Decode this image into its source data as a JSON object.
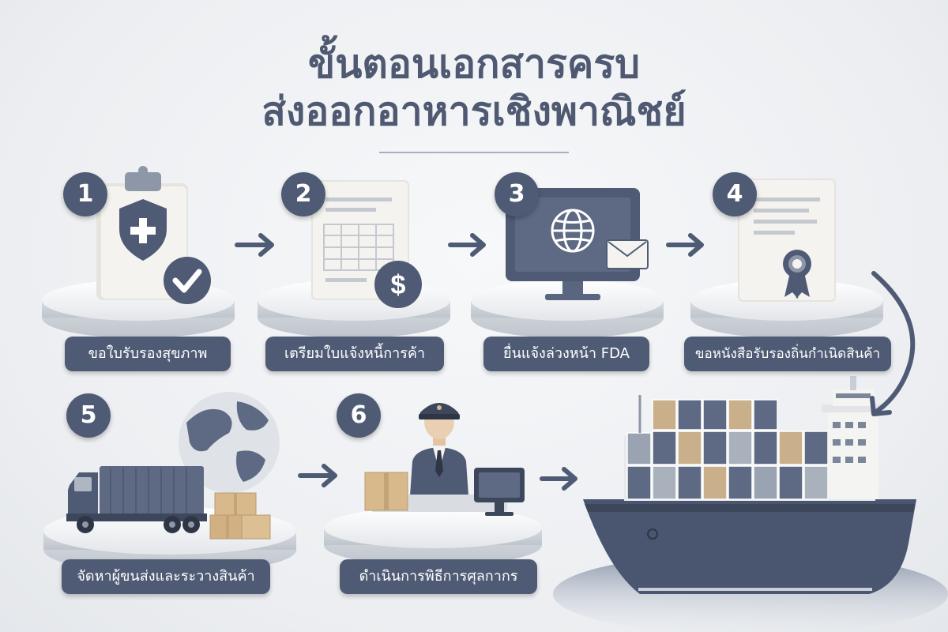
{
  "title": {
    "line1": "ขั้นตอนเอกสารครบ",
    "line2": "ส่งออกอาหารเชิงพาณิชย์"
  },
  "colors": {
    "primary": "#4f5b75",
    "paper": "#f1f0ec",
    "cardboard": "#d8b98c",
    "background": "#eceef1"
  },
  "steps": [
    {
      "number": "1",
      "label": "ขอใบรับรองสุขภาพ",
      "icon": "health-certificate-icon"
    },
    {
      "number": "2",
      "label": "เตรียมใบแจ้งหนี้การค้า",
      "icon": "invoice-icon"
    },
    {
      "number": "3",
      "label": "ยื่นแจ้งล่วงหน้า FDA",
      "icon": "online-submission-icon"
    },
    {
      "number": "4",
      "label": "ขอหนังสือรับรองถิ่นกำเนิดสินค้า",
      "icon": "certificate-of-origin-icon"
    },
    {
      "number": "5",
      "label": "จัดหาผู้ขนส่งและระวางสินค้า",
      "icon": "truck-globe-icon"
    },
    {
      "number": "6",
      "label": "ดำเนินการพิธีการศุลกากร",
      "icon": "customs-officer-icon"
    }
  ],
  "final_icon": "cargo-ship-icon"
}
